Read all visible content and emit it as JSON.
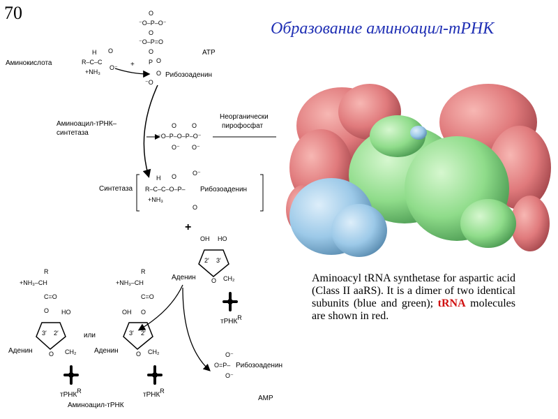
{
  "slide": {
    "number": "70",
    "title": "Образование аминоацил-тРНК"
  },
  "scheme": {
    "amino_acid": "Аминокислота",
    "plus": "+",
    "atp": "ATP",
    "ribosoadenine": "Рибозоаденин",
    "synthetase_enzyme_line1": "Аминоацил-тРНК–",
    "synthetase_enzyme_line2": "синтетаза",
    "pyrophosphate_line1": "Неорганически",
    "pyrophosphate_line2": "пирофосфат",
    "synthetase": "Синтетаза",
    "adenine": "Аденин",
    "or": "или",
    "trna": "тРНК",
    "trna_sup": "R",
    "aminoacyl_trna": "Аминоацил-тРНК",
    "amp": "AMP"
  },
  "caption": {
    "text_part1": "Aminoacyl tRNA synthetase for aspartic acid (Class II aaRS). It is a dimer of two identical subunits (blue and green); ",
    "highlight": "tRNA",
    "text_part2": " molecules are shown in red."
  },
  "colors": {
    "title": "#1f2fb4",
    "caption_highlight": "#d01010",
    "protein_red": "#e07a7c",
    "protein_green": "#8fdc8a",
    "protein_blue": "#9cc9e8"
  }
}
